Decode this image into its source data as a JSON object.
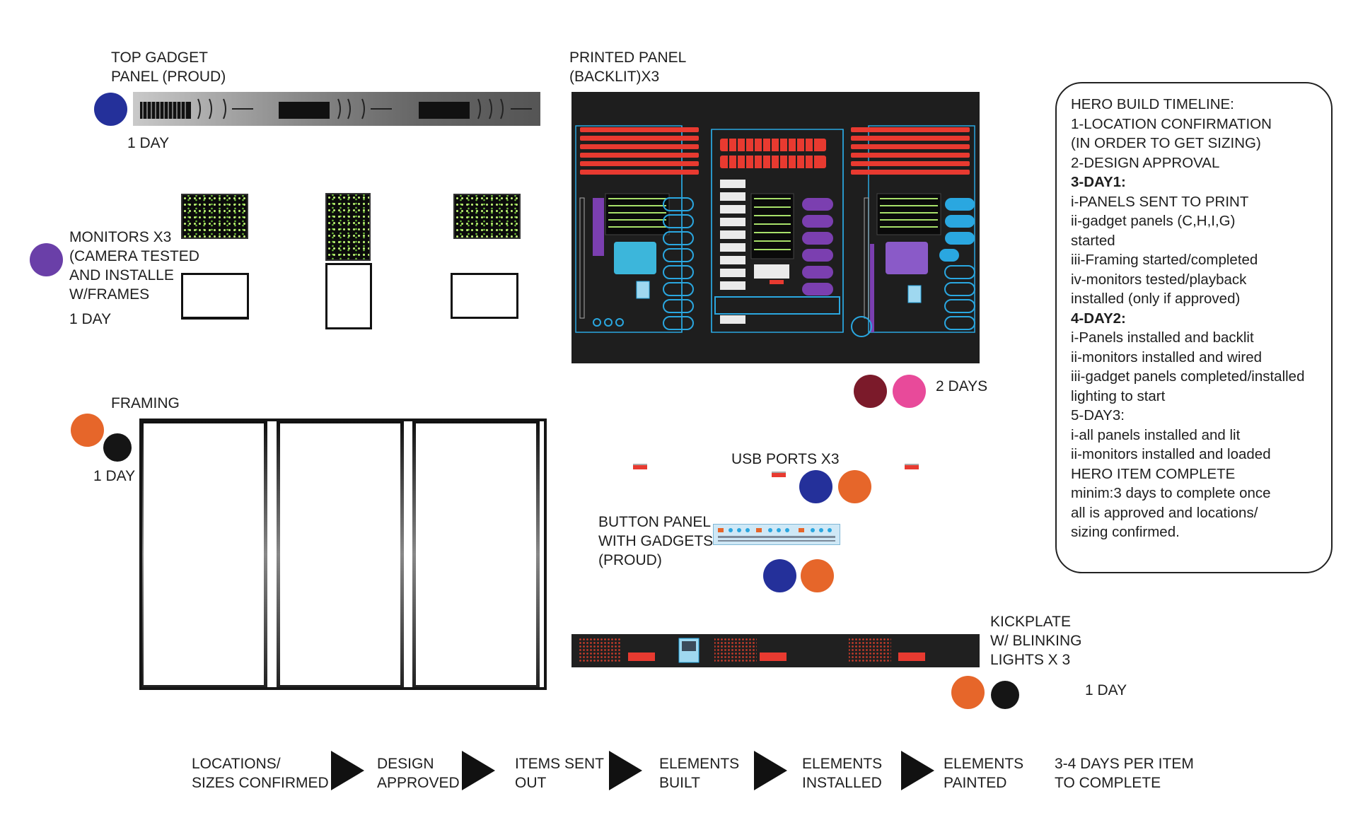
{
  "colors": {
    "blue": "#24309a",
    "purple": "#6a3fa8",
    "orange": "#e6662a",
    "black": "#151515",
    "maroon": "#7b1a2a",
    "pink": "#e84a9a",
    "panel_red": "#e83a30",
    "panel_cyan": "#2aa7e0",
    "panel_violet": "#7b3fb0"
  },
  "labels": {
    "top_gadget": [
      "TOP GADGET",
      "PANEL (PROUD)"
    ],
    "top_gadget_days": "1 DAY",
    "printed_panel": [
      "PRINTED PANEL",
      "(BACKLIT)X3"
    ],
    "printed_panel_days": "2 DAYS",
    "monitors": [
      "MONITORS X3",
      "(CAMERA TESTED",
      "AND INSTALLE",
      "W/FRAMES"
    ],
    "monitors_days": "1 DAY",
    "framing": "FRAMING",
    "framing_days": "1 DAY",
    "usb_ports": "USB PORTS X3",
    "button_panel": [
      "BUTTON PANEL",
      "WITH GADGETS",
      "(PROUD)"
    ],
    "kickplate": [
      "KICKPLATE",
      "W/ BLINKING",
      "LIGHTS X 3"
    ],
    "kickplate_days": "1 DAY"
  },
  "timeline": {
    "lines": [
      {
        "text": "HERO BUILD TIMELINE:",
        "bold": false
      },
      {
        "text": "1-LOCATION CONFIRMATION",
        "bold": false
      },
      {
        "text": "(IN ORDER TO GET SIZING)",
        "bold": false
      },
      {
        "text": "2-DESIGN APPROVAL",
        "bold": false
      },
      {
        "text": "3-DAY1:",
        "bold": true
      },
      {
        "text": "i-PANELS SENT TO PRINT",
        "bold": false
      },
      {
        "text": "ii-gadget panels (C,H,I,G)",
        "bold": false
      },
      {
        "text": "started",
        "bold": false
      },
      {
        "text": "iii-Framing started/completed",
        "bold": false
      },
      {
        "text": "iv-monitors tested/playback",
        "bold": false
      },
      {
        "text": "installed (only if approved)",
        "bold": false
      },
      {
        "text": "4-DAY2:",
        "bold": true
      },
      {
        "text": "i-Panels installed and backlit",
        "bold": false
      },
      {
        "text": "ii-monitors installed and wired",
        "bold": false
      },
      {
        "text": "iii-gadget panels completed/installed",
        "bold": false
      },
      {
        "text": "lighting to start",
        "bold": false
      },
      {
        "text": "5-DAY3:",
        "bold": false
      },
      {
        "text": "i-all panels installed and lit",
        "bold": false
      },
      {
        "text": "ii-monitors installed and loaded",
        "bold": false
      },
      {
        "text": "HERO ITEM COMPLETE",
        "bold": false
      },
      {
        "text": "minim:3 days to complete once",
        "bold": false
      },
      {
        "text": "all is approved and locations/",
        "bold": false
      },
      {
        "text": "sizing confirmed.",
        "bold": false
      }
    ]
  },
  "flow": [
    [
      "LOCATIONS/",
      "SIZES CONFIRMED"
    ],
    [
      "DESIGN",
      "APPROVED"
    ],
    [
      "ITEMS SENT",
      "OUT"
    ],
    [
      "ELEMENTS",
      "BUILT"
    ],
    [
      "ELEMENTS",
      "INSTALLED"
    ],
    [
      "ELEMENTS",
      "PAINTED"
    ],
    [
      "3-4 DAYS PER ITEM",
      "TO COMPLETE"
    ]
  ]
}
